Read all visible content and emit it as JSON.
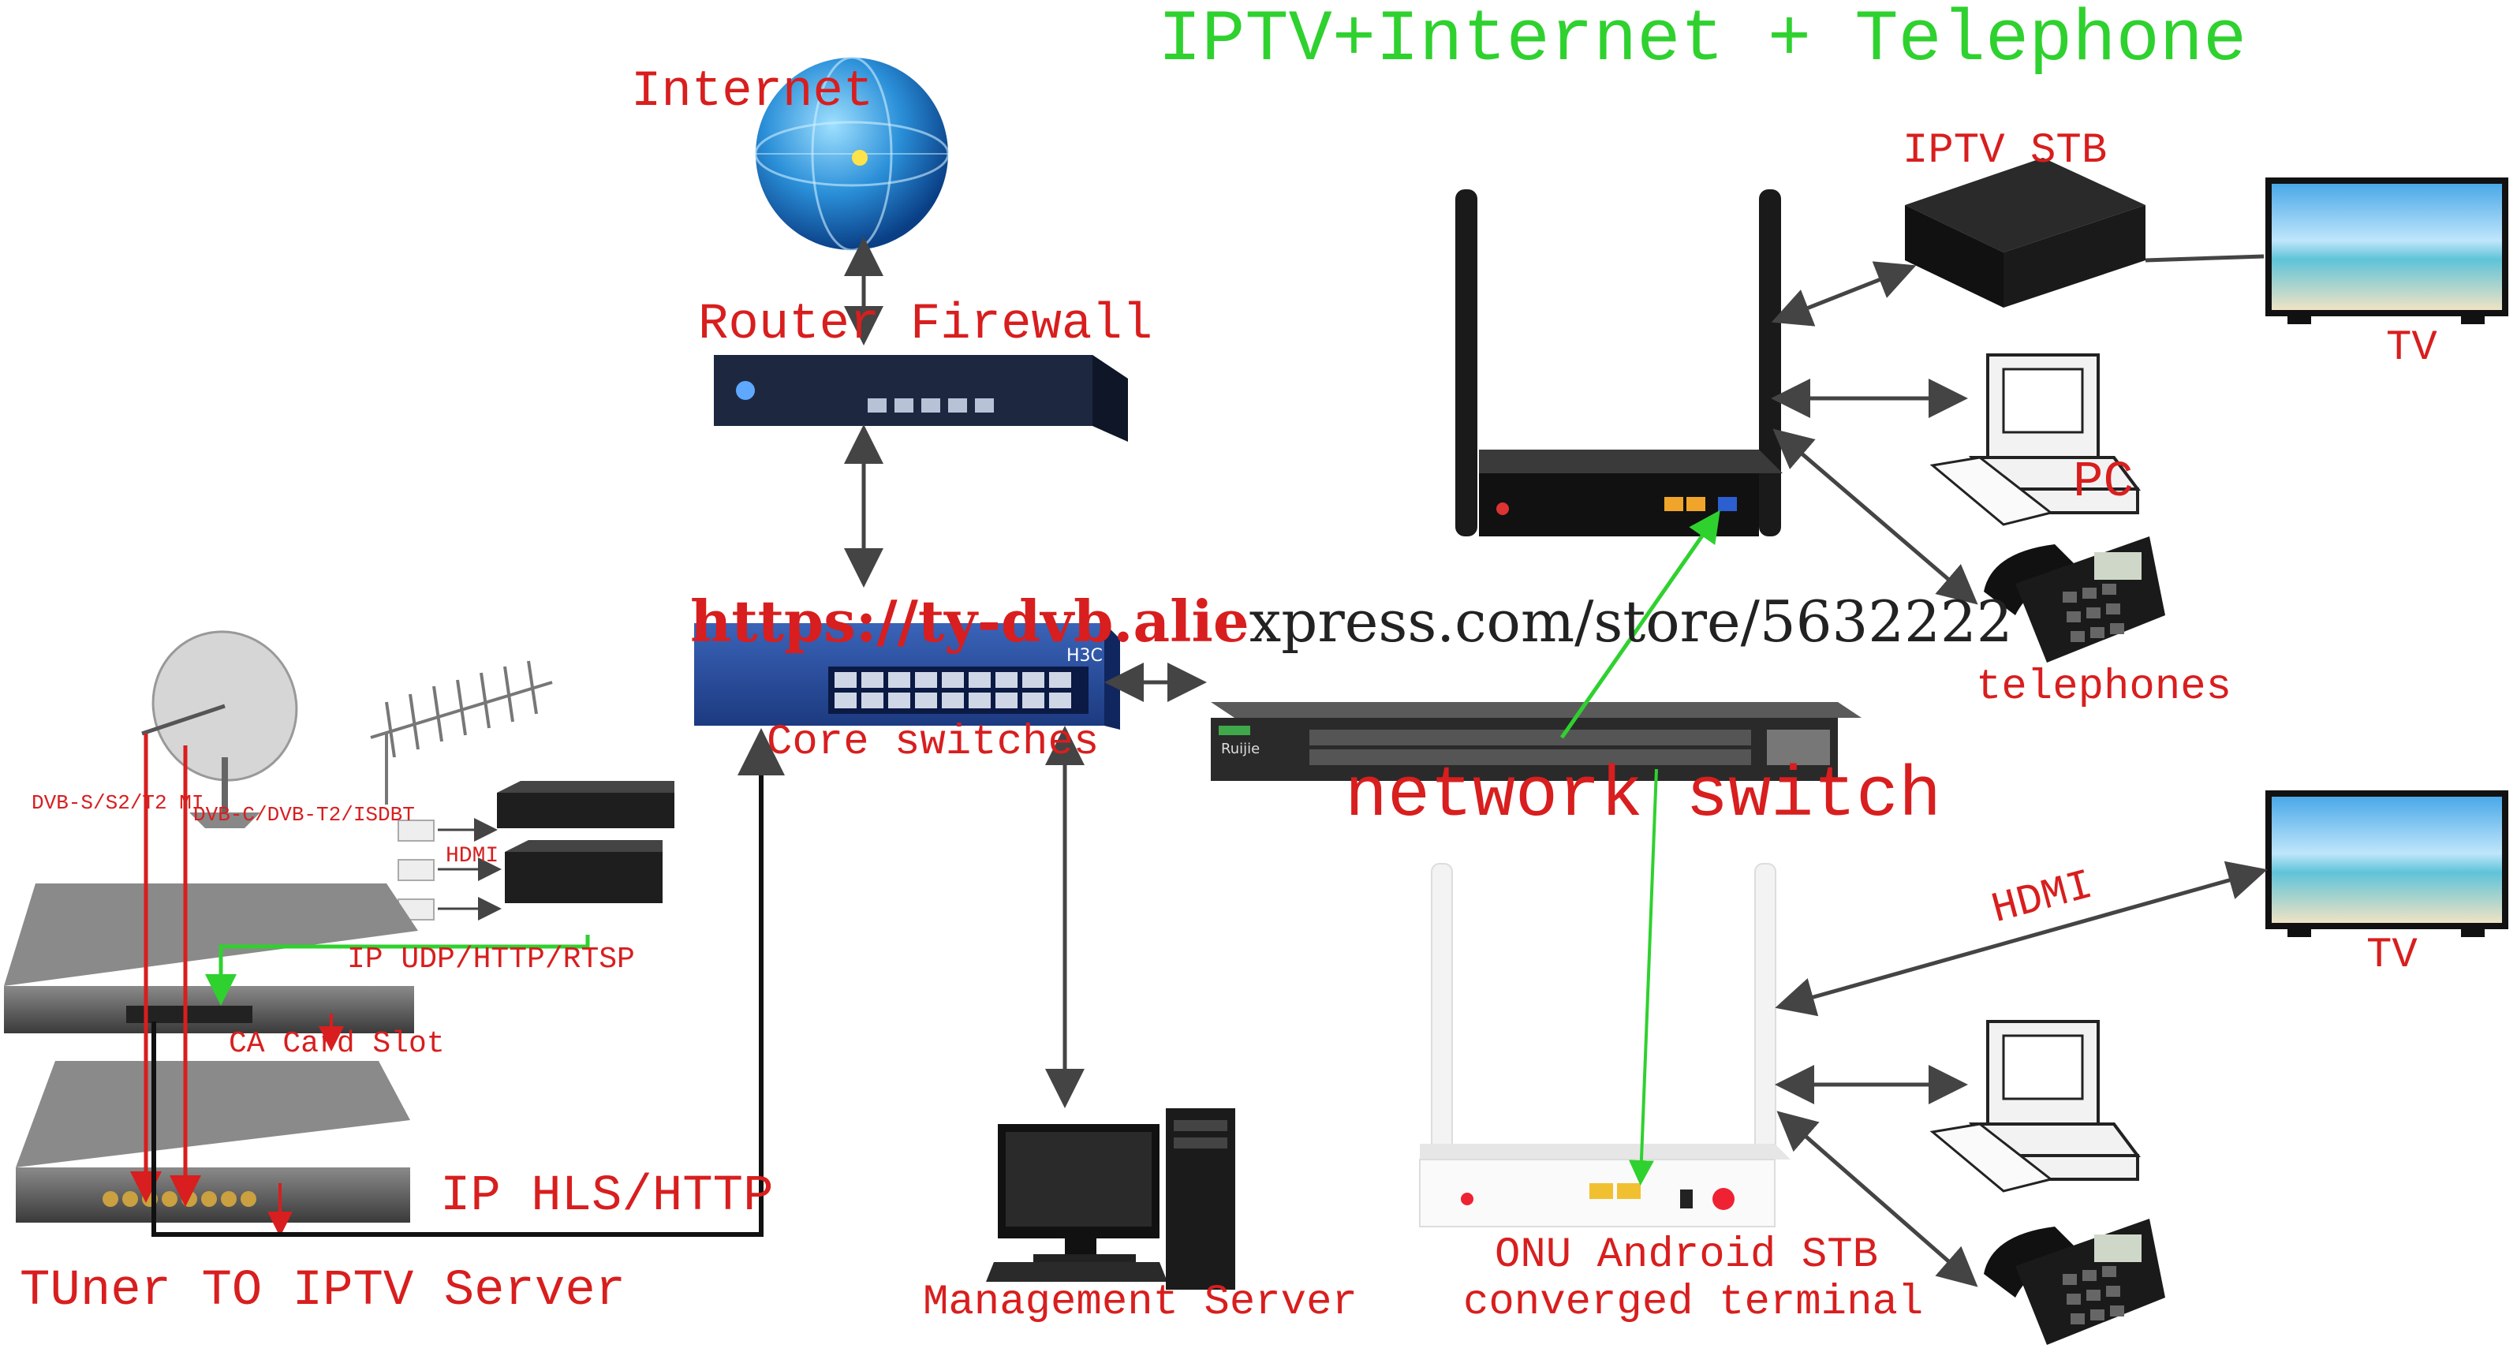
{
  "title": "IPTV+Internet + Telephone",
  "watermark": {
    "highlight": "https://ty-dvb.alie",
    "rest": "xpress.com/store/5632222"
  },
  "labels": {
    "internet": "Internet",
    "router_firewall": "Router Firewall",
    "core_switches": "Core switches",
    "network_switch": "network switch",
    "management_server": "Management Server",
    "iptv_stb": "IPTV STB",
    "tv_top": "TV",
    "pc": "PC",
    "telephones": "telephones",
    "hdmi_right": "HDMI",
    "tv_bottom": "TV",
    "onu_line1": "ONU Android STB",
    "onu_line2": "converged terminal",
    "dvb_s": "DVB-S/S2/T2 MI",
    "dvb_c": "DVB-C/DVB-T2/ISDBT",
    "hdmi_left": "HDMI",
    "ip_udp": "IP UDP/HTTP/RTSP",
    "ca_slot": "CA Card Slot",
    "ip_hls": "IP HLS/HTTP",
    "tuner_server": "TUner TO IPTV Server"
  },
  "device_text": {
    "core_switch_brand": "H3C",
    "network_switch_brand": "Ruijie"
  },
  "icons": [
    "globe-icon",
    "router-firewall-icon",
    "core-switch-icon",
    "network-switch-icon",
    "wifi-router-icon",
    "iptv-stb-icon",
    "tv-icon",
    "pc-icon",
    "telephone-icon",
    "onu-terminal-icon",
    "management-server-icon",
    "satellite-dish-icon",
    "antenna-icon",
    "encoder-icon",
    "tuner-server-icon"
  ],
  "colors": {
    "title": "#2fd12f",
    "label": "#d81e1e",
    "arrow": "#444444",
    "green_link": "#2fd12f",
    "red_link": "#d81e1e",
    "black_link": "#111111"
  }
}
